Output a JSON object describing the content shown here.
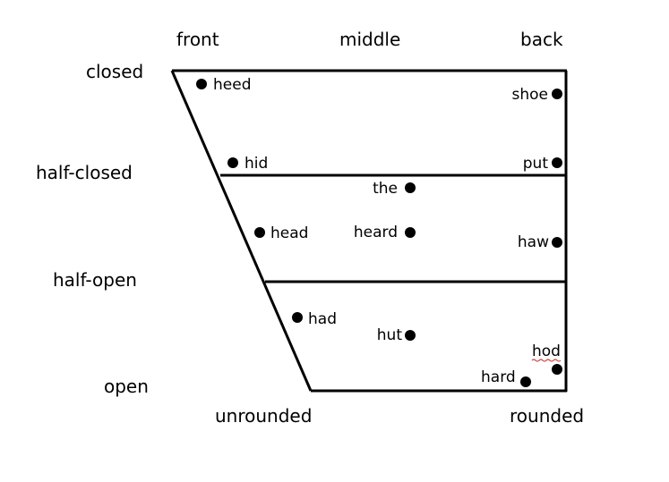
{
  "columns": {
    "front": "front",
    "middle": "middle",
    "back": "back"
  },
  "rows": {
    "closed": "closed",
    "half_closed": "half-closed",
    "half_open": "half-open",
    "open": "open"
  },
  "bottom": {
    "unrounded": "unrounded",
    "rounded": "rounded"
  },
  "vowels": [
    {
      "word": "heed"
    },
    {
      "word": "shoe"
    },
    {
      "word": "hid"
    },
    {
      "word": "put"
    },
    {
      "word": "the"
    },
    {
      "word": "head"
    },
    {
      "word": "heard"
    },
    {
      "word": "haw"
    },
    {
      "word": "had"
    },
    {
      "word": "hut"
    },
    {
      "word": "hod"
    },
    {
      "word": "hard"
    }
  ],
  "colors": {
    "ink": "#000000",
    "spellcheck_underline": "#d04040"
  }
}
